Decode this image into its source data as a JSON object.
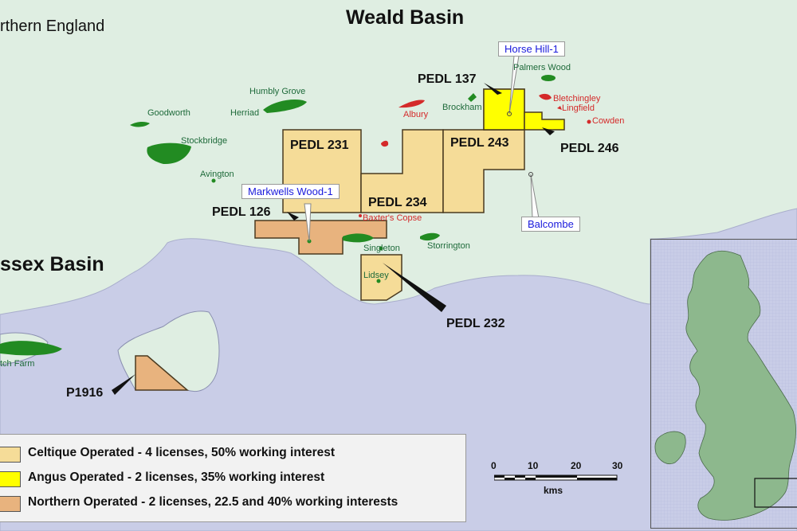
{
  "basins": {
    "weald": "Weald Basin",
    "wessex": "ssex Basin"
  },
  "region_text": "rthern England",
  "licences": {
    "pedl231": "PEDL 231",
    "pedl234": "PEDL 234",
    "pedl243": "PEDL 243",
    "pedl137": "PEDL 137",
    "pedl246": "PEDL 246",
    "pedl126": "PEDL 126",
    "pedl232": "PEDL 232",
    "p1916": "P1916"
  },
  "wells": {
    "horse_hill": "Horse Hill-1",
    "markwells_wood": "Markwells Wood-1",
    "balcombe": "Balcombe"
  },
  "fields": {
    "palmers_wood": "Palmers Wood",
    "humbly_grove": "Humbly Grove",
    "goodworth": "Goodworth",
    "herriad": "Herriad",
    "stockbridge": "Stockbridge",
    "avington": "Avington",
    "brockham": "Brockham",
    "singleton": "Singleton",
    "storrington": "Storrington",
    "lidsey": "Lidsey",
    "wytch_farm": "tch Farm"
  },
  "discoveries": {
    "albury": "Albury",
    "bletchingley": "Bletchingley",
    "lingfield": "Lingfield",
    "cowden": "Cowden",
    "baxters_copse": "Baxter's Copse"
  },
  "legend": [
    {
      "label": "Celtique Operated - 4 licenses, 50% working interest",
      "color": "#f5dc98"
    },
    {
      "label": "Angus Operated - 2 licenses, 35% working interest",
      "color": "#ffff00"
    },
    {
      "label": "Northern Operated - 2 licenses, 22.5 and 40% working interests",
      "color": "#e8b37e"
    }
  ],
  "scale_bar": {
    "ticks": [
      "0",
      "10",
      "20",
      "30"
    ],
    "unit": "kms"
  },
  "colors": {
    "land": "#dfeee2",
    "sea": "#c9cde7",
    "field": "#228b22",
    "discovery": "#d42a2a"
  }
}
